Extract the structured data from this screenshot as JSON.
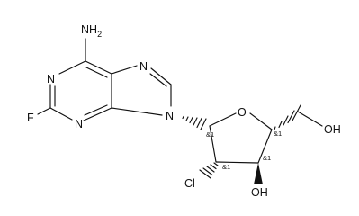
{
  "molecule": {
    "atoms": {
      "nh2": "NH",
      "nh2_sub": "2",
      "n1": "N",
      "n3": "N",
      "n7": "N",
      "n9": "N",
      "f": "F",
      "o4": "O",
      "cl": "Cl",
      "oh3": "OH",
      "oh5": "OH"
    },
    "stereo_labels": {
      "c1": "&1",
      "c2": "&1",
      "c3": "&1",
      "c4": "&1"
    }
  }
}
